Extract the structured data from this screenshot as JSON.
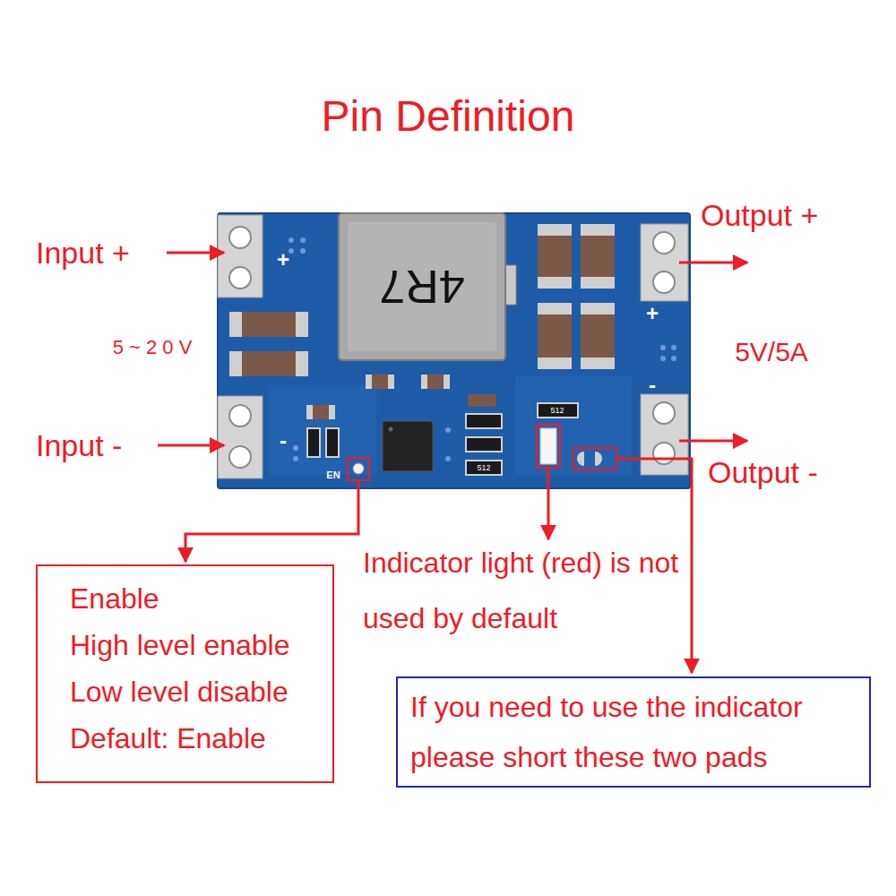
{
  "diagram": {
    "title": "Pin Definition",
    "nodes": [
      {
        "text": [
          "Enable",
          "High level enable",
          "Low level disable",
          "Default: Enable"
        ]
      },
      {
        "text": [
          "If you need to use the indicator please short these two pads"
        ]
      }
    ],
    "labels": [
      "Input +",
      "5 ~ 2 0 V",
      "Input -",
      "Output +",
      "5V/5A",
      "Output -",
      "Indicator light (red) is not used by default",
      "4R7",
      "EN",
      "+",
      "-",
      "+",
      "-",
      "512",
      "512"
    ]
  }
}
